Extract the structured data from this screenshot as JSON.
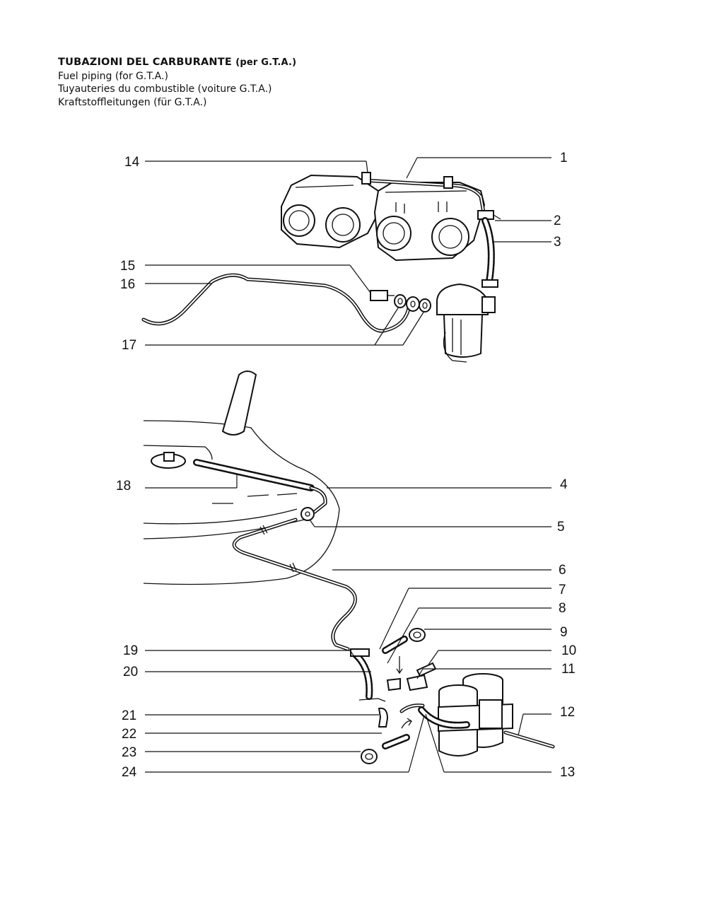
{
  "header": {
    "title_it": "TUBAZIONI DEL CARBURANTE",
    "title_it_suffix": "(per G.T.A.)",
    "title_en": "Fuel piping (for G.T.A.)",
    "title_fr": "Tuyauteries du combustible (voiture G.T.A.)",
    "title_de": "Kraftstoffleitungen (für G.T.A.)"
  },
  "callouts": [
    "1",
    "2",
    "3",
    "4",
    "5",
    "6",
    "7",
    "8",
    "9",
    "10",
    "11",
    "12",
    "13",
    "14",
    "15",
    "16",
    "17",
    "18",
    "19",
    "20",
    "21",
    "22",
    "23",
    "24"
  ],
  "groups": {
    "upper": "carburettors-fuel-filter",
    "lower": "fuel-tank-fuel-pumps"
  }
}
